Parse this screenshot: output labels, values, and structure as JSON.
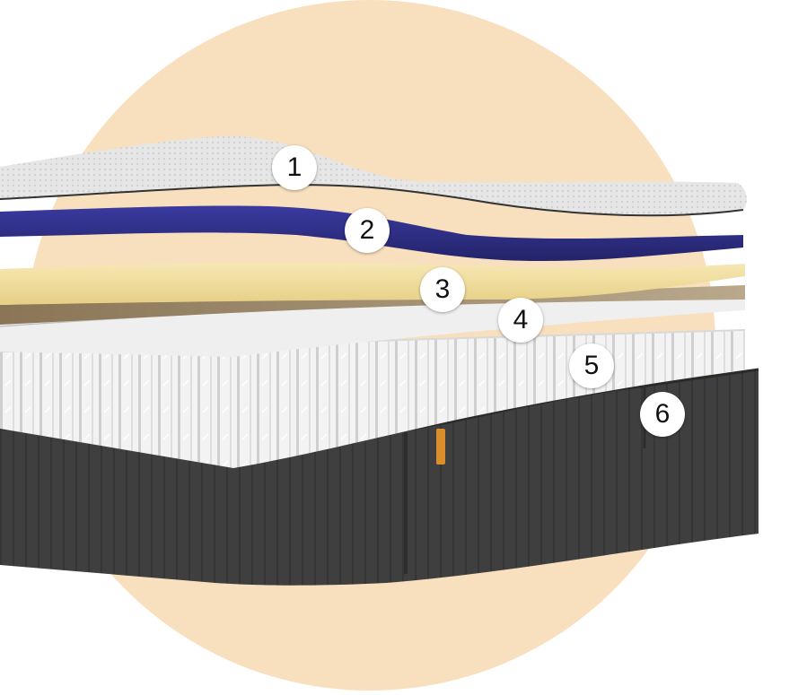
{
  "colors": {
    "backdrop_circle": "#F8DFBD",
    "base_fabric": "#3c3c3c",
    "springs": "#e9e9e9",
    "layer_4": "#ececec",
    "layer_3": "#f1dfa0",
    "layer_2": "#2f2f86",
    "layer_1": "#e4e4e4",
    "tag": "#d98d2b"
  },
  "layers": [
    {
      "number": "1"
    },
    {
      "number": "2"
    },
    {
      "number": "3"
    },
    {
      "number": "4"
    },
    {
      "number": "5"
    },
    {
      "number": "6"
    }
  ]
}
